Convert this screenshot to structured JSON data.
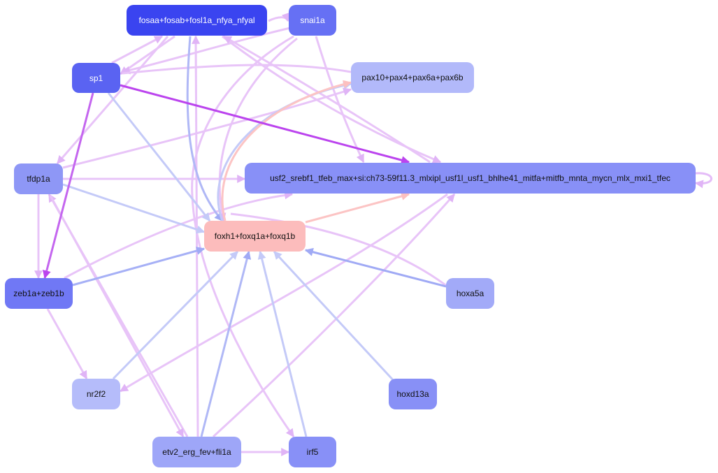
{
  "nodes": {
    "fos": {
      "label": "fosaa+fosab+fosl1a_nfya_nfyal",
      "color": "#3a44f0"
    },
    "snai": {
      "label": "snai1a",
      "color": "#6670f4"
    },
    "sp1": {
      "label": "sp1",
      "color": "#5a63f2"
    },
    "pax": {
      "label": "pax10+pax4+pax6a+pax6b",
      "color": "#b2b9fa"
    },
    "tfdp": {
      "label": "tfdp1a",
      "color": "#8e97f6"
    },
    "usf": {
      "label": "usf2_srebf1_tfeb_max+si:ch73-59f11.3_mlxipl_usf1l_usf1_bhlhe41_mitfa+mitfb_mnta_mycn_mlx_mxi1_tfec",
      "color": "#8890f7"
    },
    "foxh": {
      "label": "foxh1+foxq1a+foxq1b",
      "color": "#fcbcbc"
    },
    "zeb": {
      "label": "zeb1a+zeb1b",
      "color": "#7078f5"
    },
    "hoxa": {
      "label": "hoxa5a",
      "color": "#a2aaf8"
    },
    "nr2f": {
      "label": "nr2f2",
      "color": "#b5bcfa"
    },
    "hoxd": {
      "label": "hoxd13a",
      "color": "#8890f6"
    },
    "etv": {
      "label": "etv2_erg_fev+fli1a",
      "color": "#9ea6f8"
    },
    "irf": {
      "label": "irf5",
      "color": "#8890f7"
    }
  },
  "edge_colors": {
    "magenta": "#bb44ee",
    "lilac": "#e4bcf8",
    "periwinkle": "#a6b0f6",
    "pale_blue": "#c4caf8",
    "pink": "#fcc0c0"
  }
}
